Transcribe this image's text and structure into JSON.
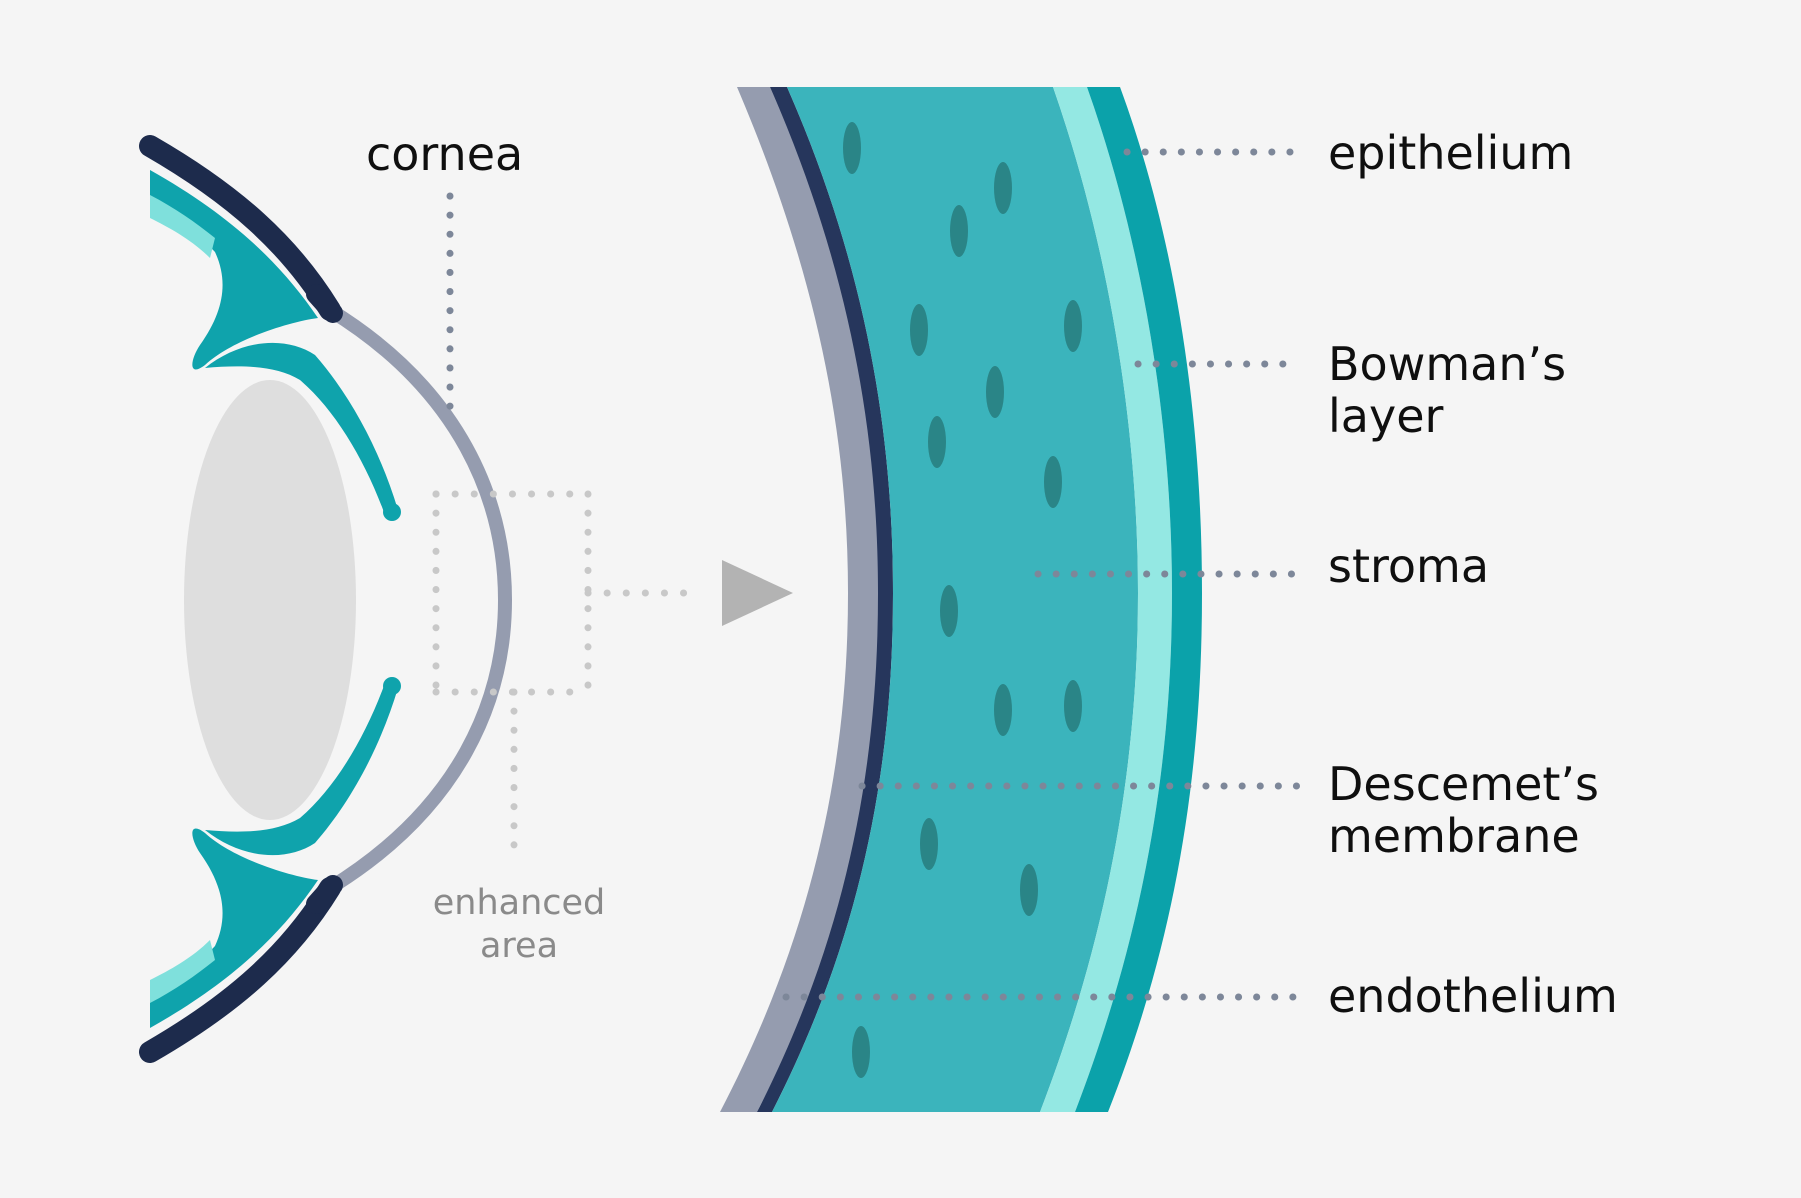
{
  "colors": {
    "background": "#f5f5f5",
    "dark_navy": "#1d2b4c",
    "teal": "#0fa3ac",
    "light_teal": "#7fe0dc",
    "stroma": "#3bb4bc",
    "stroma_cells": "#2a8587",
    "grey_layer": "#959caf",
    "lens": "#dedede",
    "leader_dots": "#7d8799",
    "enhance_box": "#c8c8c8",
    "arrow": "#b3b3b3"
  },
  "labels": {
    "cornea": "cornea",
    "enhanced_area_line1": "enhanced",
    "enhanced_area_line2": "area",
    "epithelium": "epithelium",
    "bowmans_line1": "Bowman’s",
    "bowmans_line2": "layer",
    "stroma": "stroma",
    "descemets_line1": "Descemet’s",
    "descemets_line2": "membrane",
    "endothelium": "endothelium"
  }
}
